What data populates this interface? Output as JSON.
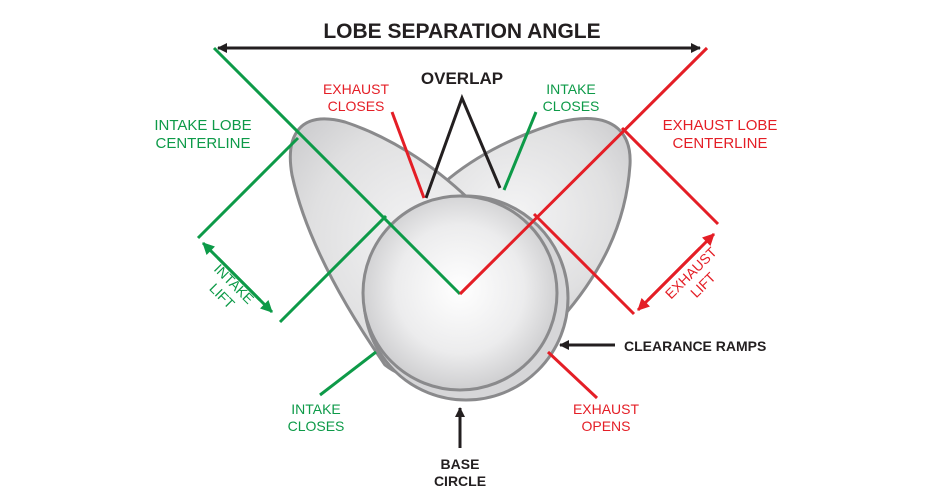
{
  "colors": {
    "intake_green": "#0d9a48",
    "exhaust_red": "#e41e26",
    "black": "#231f20",
    "lobe_fill": "#e2e2e3",
    "lobe_stroke": "#8a8a8c"
  },
  "labels": {
    "lobe_separation_angle": "LOBE SEPARATION ANGLE",
    "overlap": "OVERLAP",
    "exhaust_closes": [
      "EXHAUST",
      "CLOSES"
    ],
    "intake_closes_top": [
      "INTAKE",
      "CLOSES"
    ],
    "intake_lobe_centerline": [
      "INTAKE LOBE",
      "CENTERLINE"
    ],
    "exhaust_lobe_centerline": [
      "EXHAUST LOBE",
      "CENTERLINE"
    ],
    "intake_lift": [
      "INTAKE",
      "LIFT"
    ],
    "exhaust_lift": [
      "EXHAUST",
      "LIFT"
    ],
    "clearance_ramps": "CLEARANCE RAMPS",
    "intake_closes_bottom": [
      "INTAKE",
      "CLOSES"
    ],
    "exhaust_opens": [
      "EXHAUST",
      "OPENS"
    ],
    "base_circle": [
      "BASE",
      "CIRCLE"
    ]
  }
}
